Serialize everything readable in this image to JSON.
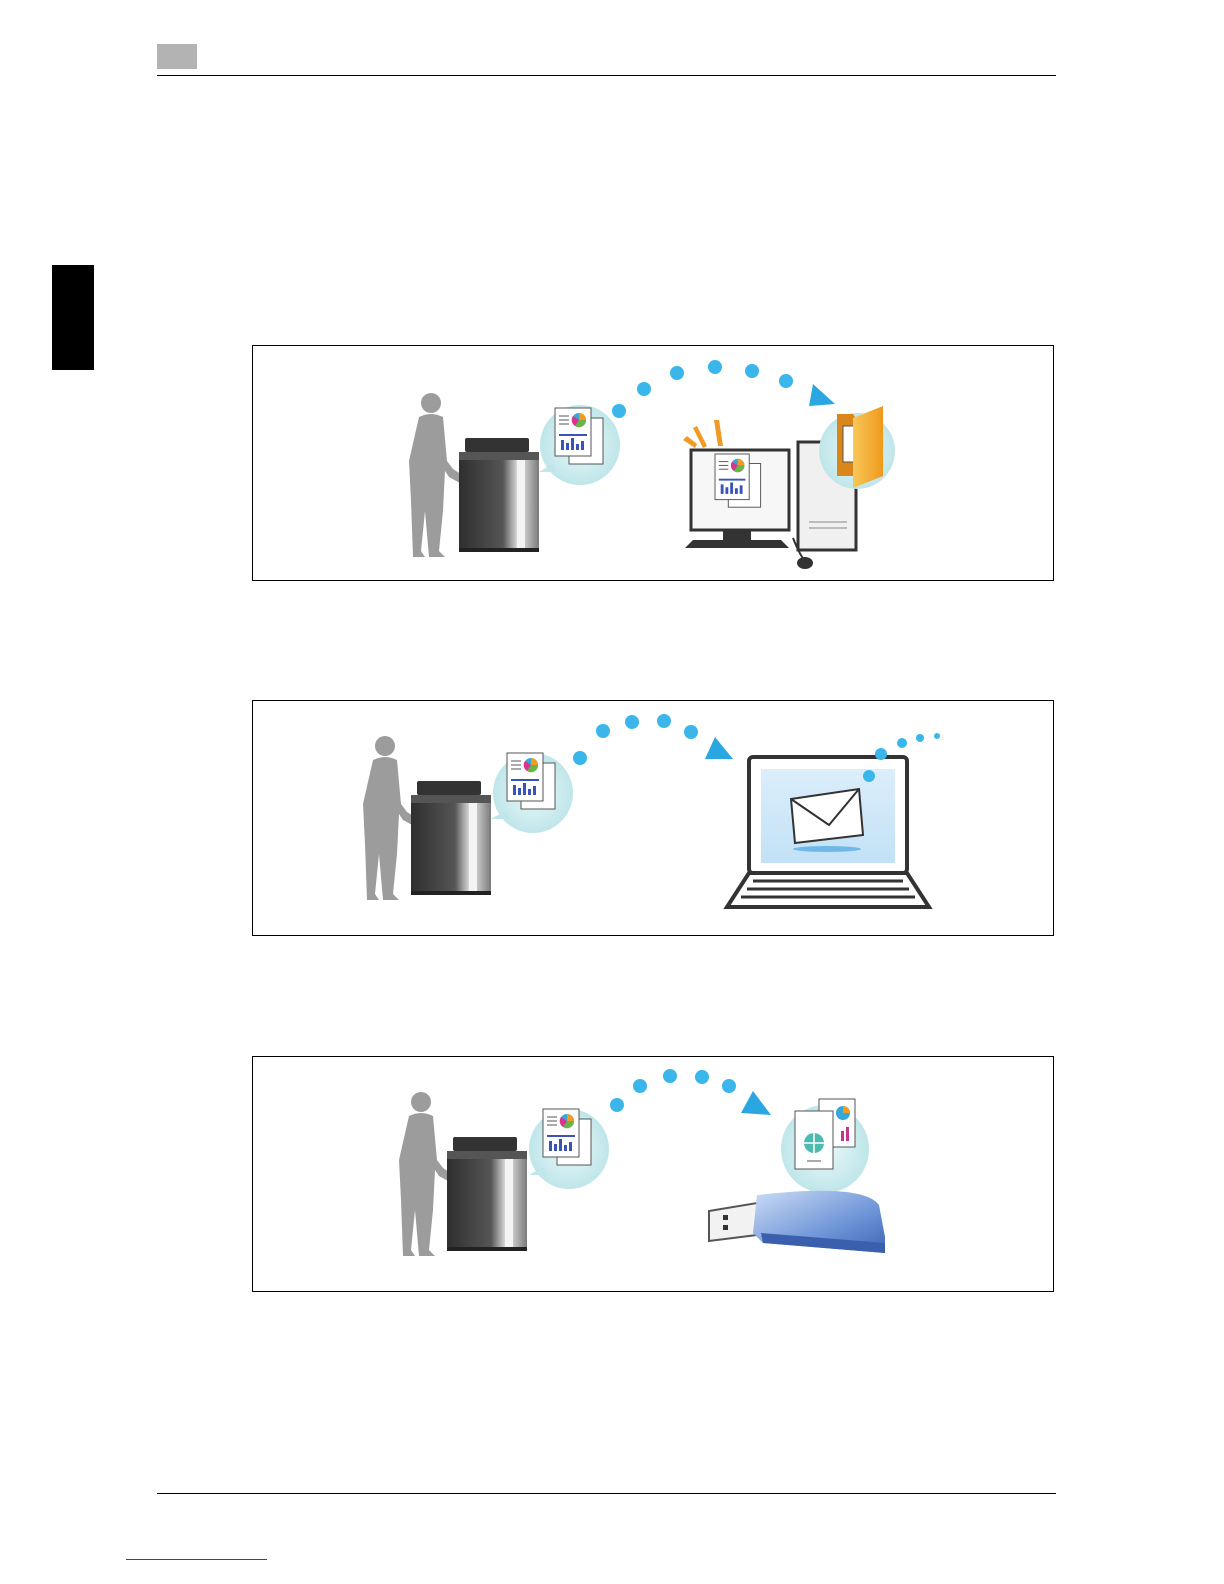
{
  "page": {
    "header": {
      "chapter_tab_color": "#b3b3b3"
    },
    "side_tab_color": "#000000",
    "footer": {
      "link_color": "#2c3fb0"
    }
  },
  "illustrations": [
    {
      "scene": "scan-to-computer-folder",
      "source": "mfp-with-operator",
      "destination": "desktop-computer-folder"
    },
    {
      "scene": "scan-to-email",
      "source": "mfp-with-operator",
      "destination": "laptop-email"
    },
    {
      "scene": "scan-to-usb-memory",
      "source": "mfp-with-operator",
      "destination": "usb-memory-stick"
    }
  ],
  "colors": {
    "dots": "#3bb6ea",
    "arrow": "#2aa6e0",
    "bubble": "#d7eff1",
    "person": "#9c9c9c",
    "folder": "#f3a82a",
    "usb": "#5a86cf"
  }
}
